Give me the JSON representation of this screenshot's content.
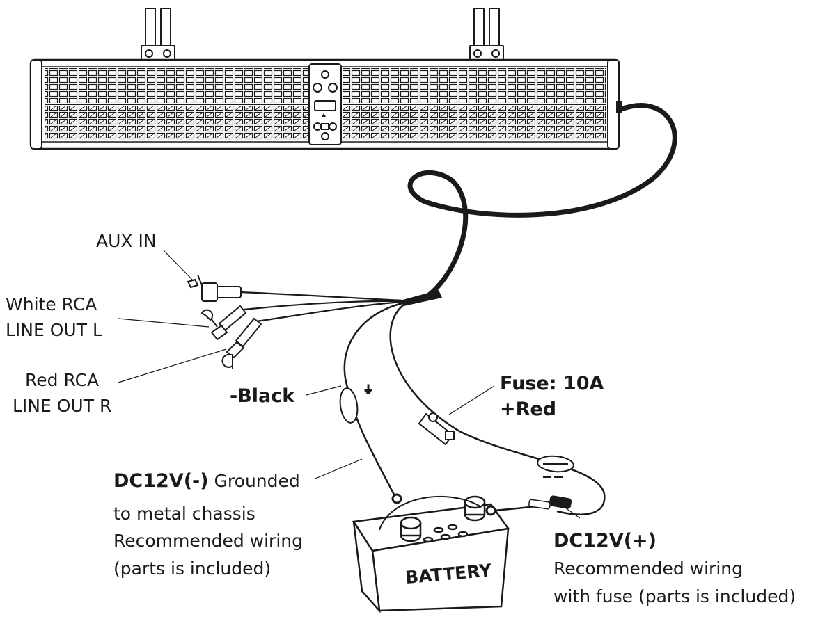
{
  "labels": {
    "aux_in": "AUX IN",
    "white_rca_1": "White RCA",
    "white_rca_2": "LINE OUT L",
    "red_rca_1": "Red RCA",
    "red_rca_2": "LINE OUT R",
    "black": "-Black",
    "fuse_1": "Fuse: 10A",
    "fuse_2": "+Red",
    "dc_neg_bold": "DC12V(-)",
    "dc_neg_rest": " Grounded",
    "dc_neg_2": "to metal chassis",
    "dc_neg_3": "Recommended wiring",
    "dc_neg_4": "(parts is included)",
    "dc_pos_1": "DC12V(+)",
    "dc_pos_2": "Recommended wiring",
    "dc_pos_3": "with fuse (parts is included)",
    "battery": "BATTERY"
  },
  "colors": {
    "line": "#1a1a1a",
    "background": "#ffffff"
  }
}
